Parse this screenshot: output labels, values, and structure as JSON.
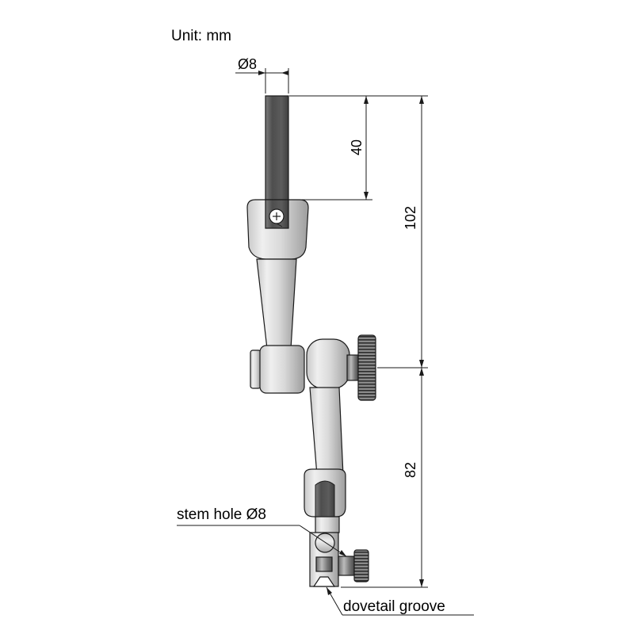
{
  "drawing": {
    "unit_label": "Unit: mm",
    "dimensions": {
      "rod_diameter": "Ø8",
      "rod_length": "40",
      "upper_height": "102",
      "lower_height": "82"
    },
    "callouts": {
      "stem_hole": "stem hole Ø8",
      "dovetail": "dovetail groove"
    }
  }
}
